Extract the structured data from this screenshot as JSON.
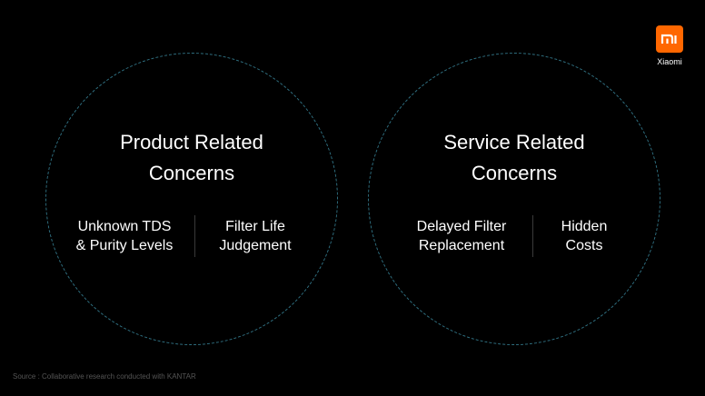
{
  "brand": {
    "name": "Xiaomi",
    "logo_icon": "mi-logo-icon",
    "logo_color": "#ff6700"
  },
  "left": {
    "heading_line1": "Product Related",
    "heading_line2": "Concerns",
    "items": [
      {
        "line1": "Unknown TDS",
        "line2": "& Purity Levels"
      },
      {
        "line1": "Filter Life",
        "line2": "Judgement"
      }
    ]
  },
  "right": {
    "heading_line1": "Service Related",
    "heading_line2": "Concerns",
    "items": [
      {
        "line1": "Delayed Filter",
        "line2": "Replacement"
      },
      {
        "line1": "Hidden",
        "line2": "Costs"
      }
    ]
  },
  "source_text": "Source : Collaborative research conducted with KANTAR",
  "colors": {
    "background": "#000000",
    "circle_outline": "#2f6f80",
    "text": "#ffffff"
  }
}
